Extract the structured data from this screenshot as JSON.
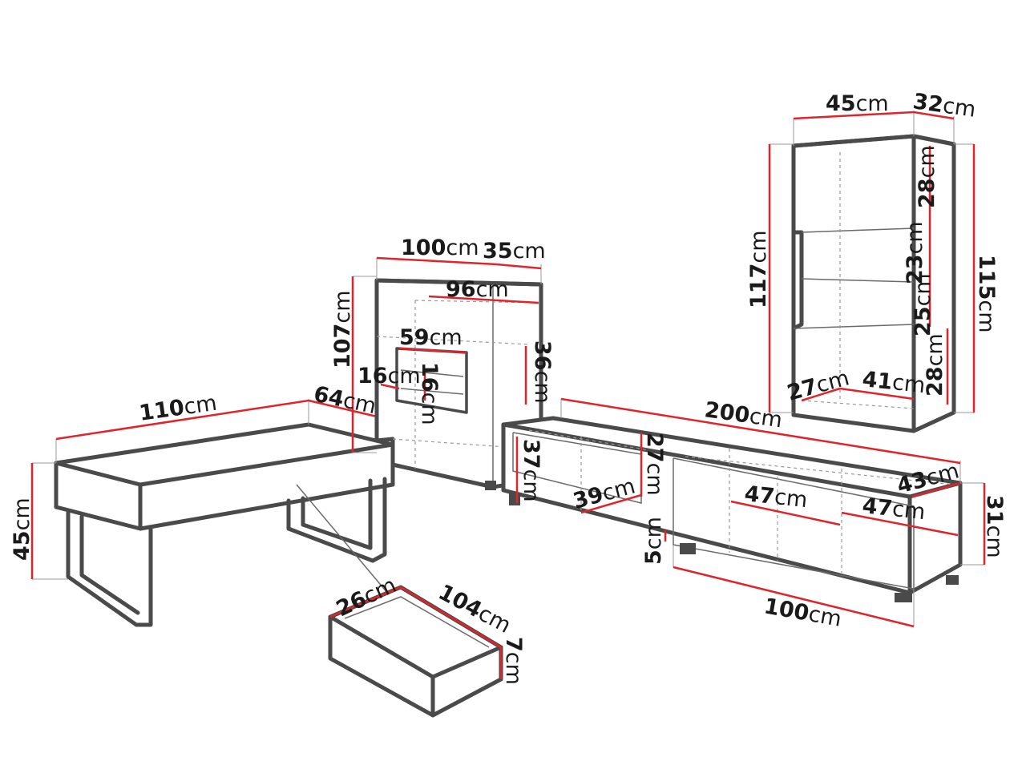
{
  "dimensions": {
    "coffee_table_length": "110",
    "coffee_table_depth": "64",
    "coffee_table_height": "45",
    "drawer_depth": "26",
    "drawer_length": "104",
    "drawer_height": "7",
    "cabinet_width": "100",
    "cabinet_depth": "35",
    "cabinet_height": "107",
    "cabinet_inner_width": "96",
    "cabinet_shelf_width": "59",
    "cabinet_niche_width": "16",
    "cabinet_niche_height": "16",
    "cabinet_side_height": "36",
    "tv_unit_width": "200",
    "tv_unit_depth": "43",
    "tv_unit_height": "31",
    "tv_unit_leg": "5",
    "tv_unit_bottom_width": "100",
    "tv_left_inner_height_a": "37",
    "tv_left_inner_height_b": "27",
    "tv_left_inner_width": "39",
    "tv_right_compartment_a": "47",
    "tv_right_compartment_b": "47",
    "showcase_width": "45",
    "showcase_depth": "32",
    "showcase_height_left": "117",
    "showcase_height_right": "115",
    "showcase_shelf_top": "28",
    "showcase_shelf_mid": "23",
    "showcase_shelf_low": "25",
    "showcase_shelf_bottom": "28",
    "showcase_inner_depth": "27",
    "showcase_inner_width": "41"
  },
  "unit": "cm"
}
